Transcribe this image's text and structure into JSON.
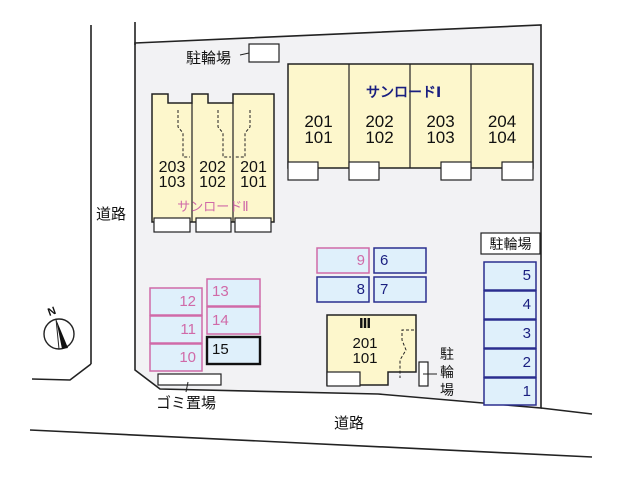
{
  "colors": {
    "site_fill": "#f2f2f4",
    "building_fill": "#fdf7cc",
    "parking_fill": "#dff0fb",
    "pink_border": "#d06aa8",
    "navy_border": "#2b2f8f",
    "navy_text": "#1a1f80",
    "pink_text": "#d06aa8",
    "line": "#222222"
  },
  "labels": {
    "bicycle_parking_top": "駐輪場",
    "bicycle_parking_right": "駐輪場",
    "bicycle_parking_bottom": [
      "駐",
      "輪",
      "場"
    ],
    "garbage": "ゴミ置場",
    "road_left": "道路",
    "road_bottom": "道路",
    "north": "N"
  },
  "buildings": {
    "sunroad1": {
      "name": "サンロードⅠ",
      "units": [
        {
          "upper": "201",
          "lower": "101"
        },
        {
          "upper": "202",
          "lower": "102"
        },
        {
          "upper": "203",
          "lower": "103"
        },
        {
          "upper": "204",
          "lower": "104"
        }
      ]
    },
    "sunroad2": {
      "name": "サンロードⅡ",
      "units": [
        {
          "upper": "203",
          "lower": "103"
        },
        {
          "upper": "202",
          "lower": "102"
        },
        {
          "upper": "201",
          "lower": "101"
        }
      ]
    },
    "sunroad3": {
      "name": "Ⅲ",
      "units": [
        {
          "upper": "201",
          "lower": "101"
        }
      ]
    }
  },
  "parking": {
    "left_col_a": [
      "12",
      "11",
      "10"
    ],
    "left_col_b": [
      "13",
      "14",
      "15"
    ],
    "highlighted": "15",
    "center": [
      "9",
      "6",
      "8",
      "7"
    ],
    "right_col": [
      "5",
      "4",
      "3",
      "2",
      "1"
    ]
  }
}
